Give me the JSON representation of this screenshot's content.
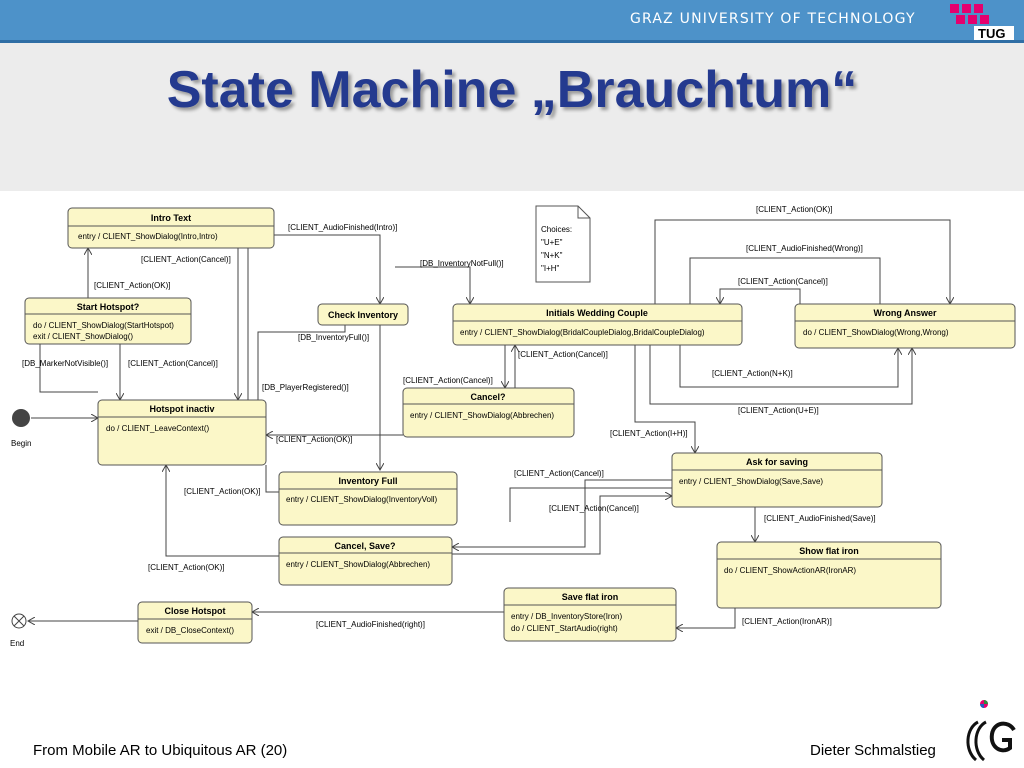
{
  "header": {
    "university": "GRAZ UNIVERSITY OF TECHNOLOGY",
    "logo_text": "TUG",
    "title": "State Machine „Brauchtum“"
  },
  "colors": {
    "header_bar": "#4d92c9",
    "title_text": "#243a8f",
    "state_fill": "#fbf7c8",
    "logo_pink": "#e4006e"
  },
  "diagram": {
    "states": {
      "intro_text": {
        "name": "Intro Text",
        "lines": [
          "entry / CLIENT_ShowDialog(Intro,Intro)"
        ]
      },
      "start_hotspot": {
        "name": "Start Hotspot?",
        "lines": [
          "do / CLIENT_ShowDialog(StartHotspot)",
          "exit / CLIENT_ShowDialog()"
        ]
      },
      "hotspot_inactiv": {
        "name": "Hotspot inactiv",
        "lines": [
          "do / CLIENT_LeaveContext()"
        ]
      },
      "check_inventory": {
        "name": "Check Inventory",
        "lines": []
      },
      "initials_wedding": {
        "name": "Initials Wedding Couple",
        "lines": [
          "entry / CLIENT_ShowDialog(BridalCoupleDialog,BridalCoupleDialog)"
        ]
      },
      "wrong_answer": {
        "name": "Wrong Answer",
        "lines": [
          "do / CLIENT_ShowDialog(Wrong,Wrong)"
        ]
      },
      "cancel_q": {
        "name": "Cancel?",
        "lines": [
          "entry / CLIENT_ShowDialog(Abbrechen)"
        ]
      },
      "inventory_full": {
        "name": "Inventory Full",
        "lines": [
          "entry / CLIENT_ShowDialog(InventoryVoll)"
        ]
      },
      "ask_for_saving": {
        "name": "Ask for saving",
        "lines": [
          "entry / CLIENT_ShowDialog(Save,Save)"
        ]
      },
      "cancel_save": {
        "name": "Cancel, Save?",
        "lines": [
          "entry / CLIENT_ShowDialog(Abbrechen)"
        ]
      },
      "show_flat_iron": {
        "name": "Show flat iron",
        "lines": [
          "do / CLIENT_ShowActionAR(IronAR)"
        ]
      },
      "save_flat_iron": {
        "name": "Save flat iron",
        "lines": [
          "entry / DB_InventoryStore(Iron)",
          "do / CLIENT_StartAudio(right)"
        ]
      },
      "close_hotspot": {
        "name": "Close Hotspot",
        "lines": [
          "exit / DB_CloseContext()"
        ]
      }
    },
    "note": {
      "lines": [
        "Choices:",
        "\"U+E\"",
        "\"N+K\"",
        "\"I+H\""
      ]
    },
    "begin_label": "Begin",
    "end_label": "End",
    "transitions": {
      "t_audio_intro": "[CLIENT_AudioFinished(Intro)]",
      "t_cancel_intro": "[CLIENT_Action(Cancel)]",
      "t_ok_start": "[CLIENT_Action(OK)]",
      "t_marker": "[DB_MarkerNotVisible()]",
      "t_cancel_start": "[CLIENT_Action(Cancel)]",
      "t_player": "[DB_PlayerRegistered()]",
      "t_notfull": "[DB_InventoryNotFull()]",
      "t_full": "[DB_InventoryFull()]",
      "t_ok_top": "[CLIENT_Action(OK)]",
      "t_audio_wrong": "[CLIENT_AudioFinished(Wrong)]",
      "t_cancel_wrong": "[CLIENT_Action(Cancel)]",
      "t_cancel_init": "[CLIENT_Action(Cancel)]",
      "t_cancel_init2": "[CLIENT_Action(Cancel)]",
      "t_nk": "[CLIENT_Action(N+K)]",
      "t_ue": "[CLIENT_Action(U+E)]",
      "t_ih": "[CLIENT_Action(I+H)]",
      "t_ok_cancel": "[CLIENT_Action(OK)]",
      "t_ok_invfull": "[CLIENT_Action(OK)]",
      "t_cancel_ask1": "[CLIENT_Action(Cancel)]",
      "t_cancel_ask2": "[CLIENT_Action(Cancel)]",
      "t_audio_save": "[CLIENT_AudioFinished(Save)]",
      "t_ok_cancelsave": "[CLIENT_Action(OK)]",
      "t_iron": "[CLIENT_Action(IronAR)]",
      "t_audio_right": "[CLIENT_AudioFinished(right)]"
    }
  },
  "footer": {
    "source": "From Mobile AR to Ubiquitous AR (20)",
    "author": "Dieter Schmalstieg"
  }
}
